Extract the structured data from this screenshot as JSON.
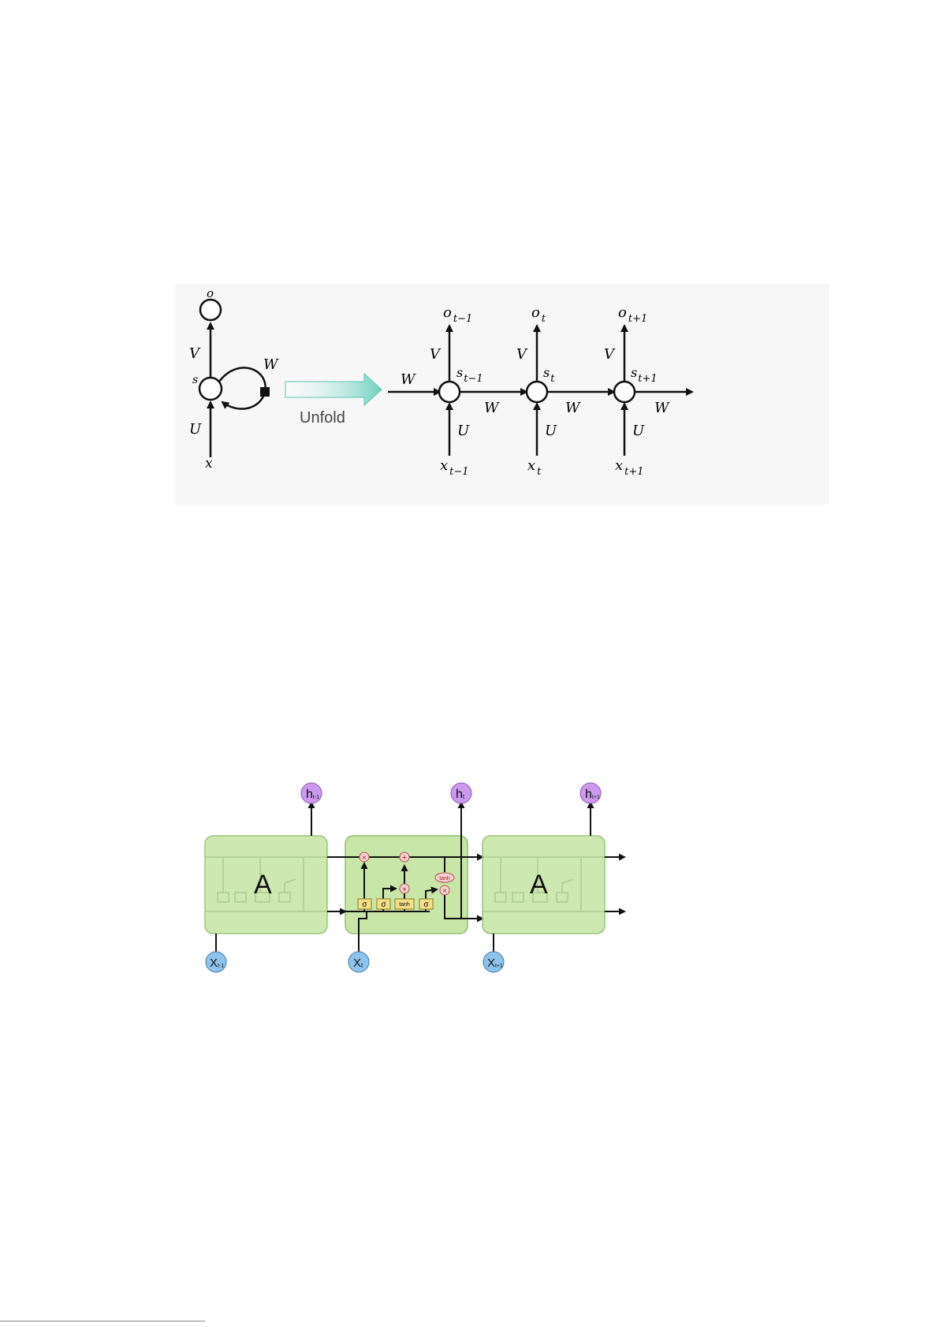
{
  "rnn": {
    "folded": {
      "output": "o",
      "state": "s",
      "input": "x",
      "V": "V",
      "U": "U",
      "W": "W"
    },
    "unfold_label": "Unfold",
    "steps": [
      {
        "output": "o",
        "output_sub": "t−1",
        "state": "s",
        "state_sub": "t−1",
        "input": "x",
        "input_sub": "t−1",
        "V": "V",
        "U": "U"
      },
      {
        "output": "o",
        "output_sub": "t",
        "state": "s",
        "state_sub": "t",
        "input": "x",
        "input_sub": "t",
        "V": "V",
        "U": "U"
      },
      {
        "output": "o",
        "output_sub": "t+1",
        "state": "s",
        "state_sub": "t+1",
        "input": "x",
        "input_sub": "t+1",
        "V": "V",
        "U": "U"
      }
    ],
    "W_in": "W",
    "W_links": [
      "W",
      "W",
      "W"
    ],
    "colors": {
      "unfold_arrow": "#7fd6c6",
      "line": "#111111"
    }
  },
  "lstm": {
    "cells": [
      {
        "label": "A",
        "h": "h",
        "h_sub": "t-1",
        "x": "X",
        "x_sub": "t-1"
      },
      {
        "label": "",
        "h": "h",
        "h_sub": "t",
        "x": "X",
        "x_sub": "t"
      },
      {
        "label": "A",
        "h": "h",
        "h_sub": "t+1",
        "x": "X",
        "x_sub": "t+1"
      }
    ],
    "gates": [
      "σ",
      "σ",
      "tanh",
      "σ"
    ],
    "ops": {
      "mul": "×",
      "add": "+",
      "tanh": "tanh"
    },
    "colors": {
      "cell_fill": "#c8e6a8",
      "cell_border": "#8fbf6a",
      "h_fill": "#cc99ee",
      "x_fill": "#8ec4ec",
      "gate_fill": "#f3e08a",
      "op_fill": "#f6d4d4"
    }
  }
}
